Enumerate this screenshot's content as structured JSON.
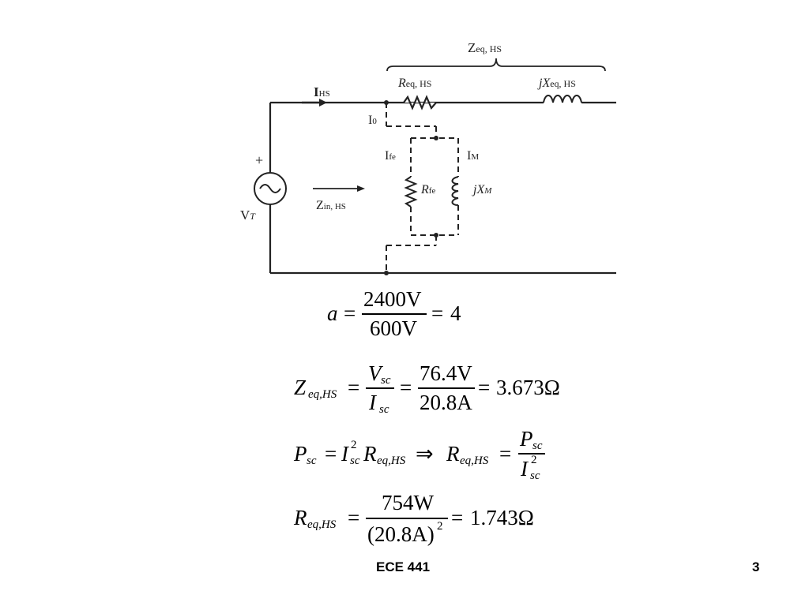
{
  "circuit": {
    "labels": {
      "i_hs": "I",
      "i_hs_sub": "HS",
      "z_eq": "Z",
      "z_eq_sub": "eq, HS",
      "r_eq": "R",
      "r_eq_sub": "eq, HS",
      "jx_eq": "jX",
      "jx_eq_sub": "eq, HS",
      "i_0": "I",
      "i_0_sub": "0",
      "i_fe": "I",
      "i_fe_sub": "fe",
      "i_m": "I",
      "i_m_sub": "M",
      "r_fe": "R",
      "r_fe_sub": "fe",
      "jx_m": "jX",
      "jx_m_sub": "M",
      "plus": "+",
      "v_t": "V",
      "v_t_sub": "T",
      "z_in": "Z",
      "z_in_sub": "in, HS"
    }
  },
  "equations": {
    "eq1": {
      "lhs": "a",
      "eq": "=",
      "num": "2400V",
      "den": "600V",
      "eq2": "=",
      "result": "4"
    },
    "eq2": {
      "lhs": "Z",
      "lhs_sub": "eq,HS",
      "eq": "=",
      "num1": "V",
      "num1_sub": "sc",
      "den1": "I",
      "den1_sub": "sc",
      "eq_b": "=",
      "num2": "76.4V",
      "den2": "20.8A",
      "eq_c": "=",
      "result": "3.673Ω"
    },
    "eq3": {
      "p": "P",
      "p_sub": "sc",
      "eq": "=",
      "i": "I",
      "i_sup": "2",
      "i_sub": "sc",
      "r": "R",
      "r_sub": "eq,HS",
      "implies": "⇒",
      "r2": "R",
      "r2_sub": "eq,HS",
      "eq2": "=",
      "num": "P",
      "num_sub": "sc",
      "den": "I",
      "den_sup": "2",
      "den_sub": "sc"
    },
    "eq4": {
      "lhs": "R",
      "lhs_sub": "eq,HS",
      "eq": "=",
      "num": "754W",
      "den": "(20.8A)",
      "den_sup": "2",
      "eq2": "=",
      "result": "1.743Ω"
    }
  },
  "footer": {
    "course": "ECE 441",
    "page_number": "3"
  }
}
